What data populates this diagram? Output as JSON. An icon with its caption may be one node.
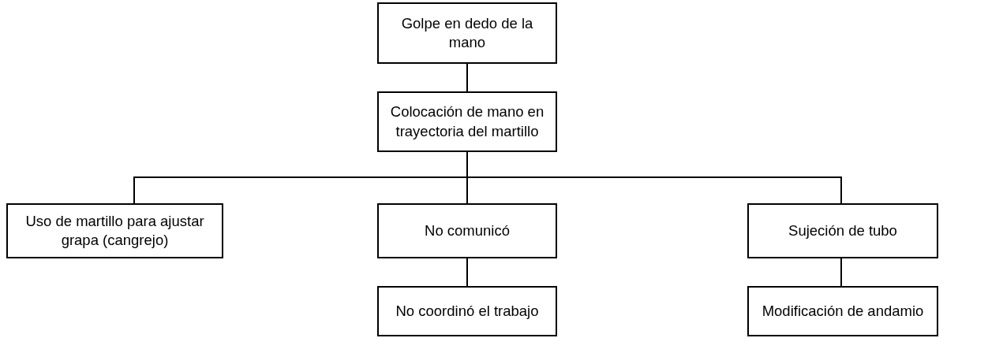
{
  "diagram": {
    "nodes": [
      {
        "text": [
          "Golpe en dedo de la mano"
        ]
      },
      {
        "text": [
          "Colocación de mano en trayectoria del martillo"
        ]
      },
      {
        "text": [
          "Uso de martillo para ajustar grapa (cangrejo)"
        ]
      },
      {
        "text": [
          "No comunicó"
        ]
      },
      {
        "text": [
          "Sujeción de tubo"
        ]
      },
      {
        "text": [
          "No coordinó el trabajo"
        ]
      },
      {
        "text": [
          "Modificación de andamio"
        ]
      }
    ],
    "edges": [
      {
        "from": 0,
        "to": 1,
        "arrow": "none"
      },
      {
        "from": 1,
        "to": 2,
        "arrow": "none"
      },
      {
        "from": 1,
        "to": 3,
        "arrow": "none"
      },
      {
        "from": 1,
        "to": 4,
        "arrow": "none"
      },
      {
        "from": 3,
        "to": 5,
        "arrow": "none"
      },
      {
        "from": 4,
        "to": 6,
        "arrow": "none"
      }
    ]
  }
}
